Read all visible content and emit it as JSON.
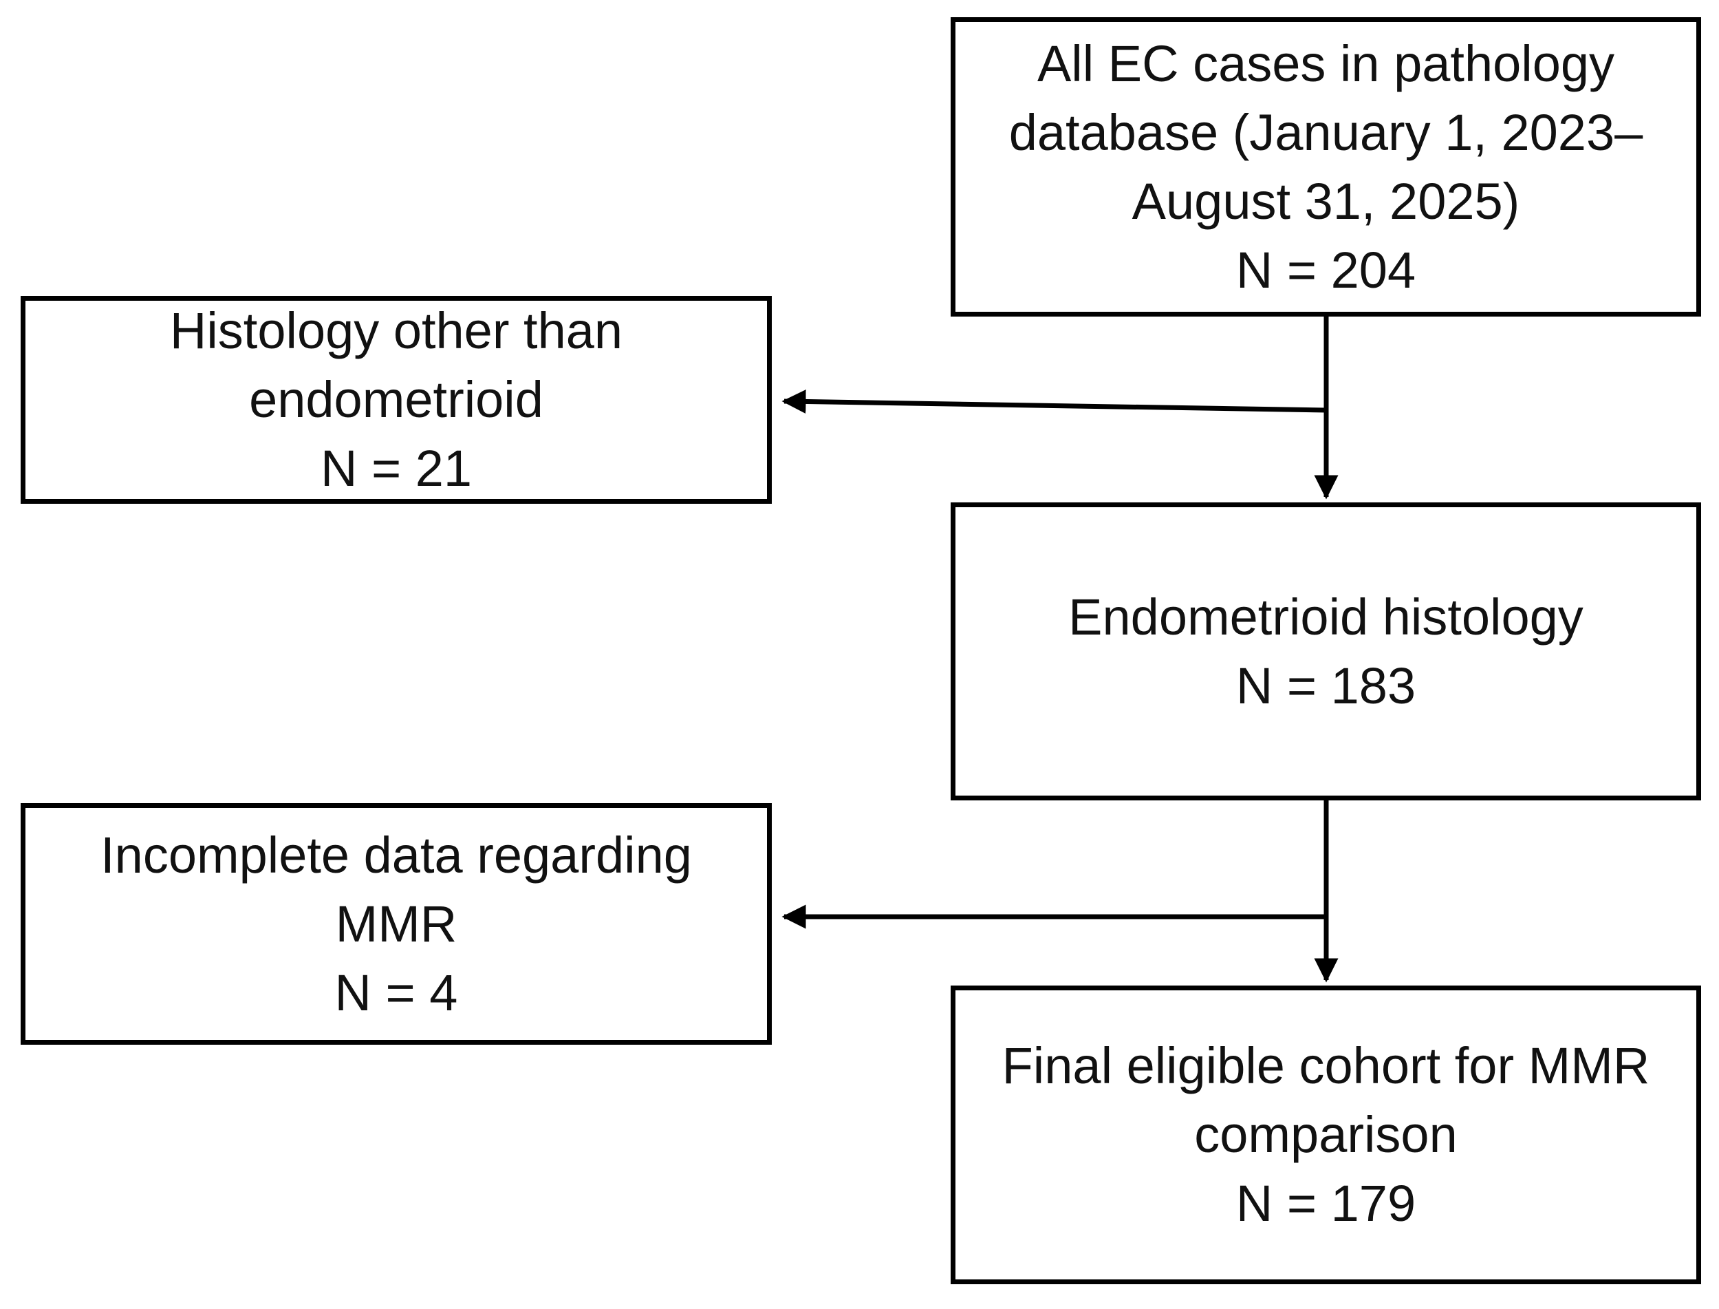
{
  "diagram": {
    "type": "flowchart",
    "colors": {
      "background": "#ffffff",
      "box_fill": "#ffffff",
      "border": "#000000",
      "text": "#111111",
      "arrow": "#000000"
    },
    "boxes": [
      {
        "id": "all-ec-cases",
        "lines": [
          "All EC cases in pathology",
          "database (January 1, 2023–",
          "August 31, 2025)",
          "N = 204"
        ]
      },
      {
        "id": "histology-other-than-endometrioid",
        "lines": [
          "Histology other than",
          "endometrioid",
          "N = 21"
        ]
      },
      {
        "id": "endometrioid-histology",
        "lines": [
          "Endometrioid histology",
          "N = 183"
        ]
      },
      {
        "id": "incomplete-data-mmr",
        "lines": [
          "Incomplete data regarding",
          "MMR",
          "N = 4"
        ]
      },
      {
        "id": "final-eligible-cohort",
        "lines": [
          "Final eligible cohort for MMR",
          "comparison",
          "N = 179"
        ]
      }
    ],
    "connectors": [
      {
        "from": "all-ec-cases",
        "to": "endometrioid-histology",
        "type": "arrow-down"
      },
      {
        "from": "all-ec-cases-flow-line",
        "to": "histology-other-than-endometrioid",
        "type": "arrow-left"
      },
      {
        "from": "endometrioid-histology",
        "to": "final-eligible-cohort",
        "type": "arrow-down"
      },
      {
        "from": "endometrioid-histology-flow-line",
        "to": "incomplete-data-mmr",
        "type": "arrow-left"
      }
    ]
  }
}
